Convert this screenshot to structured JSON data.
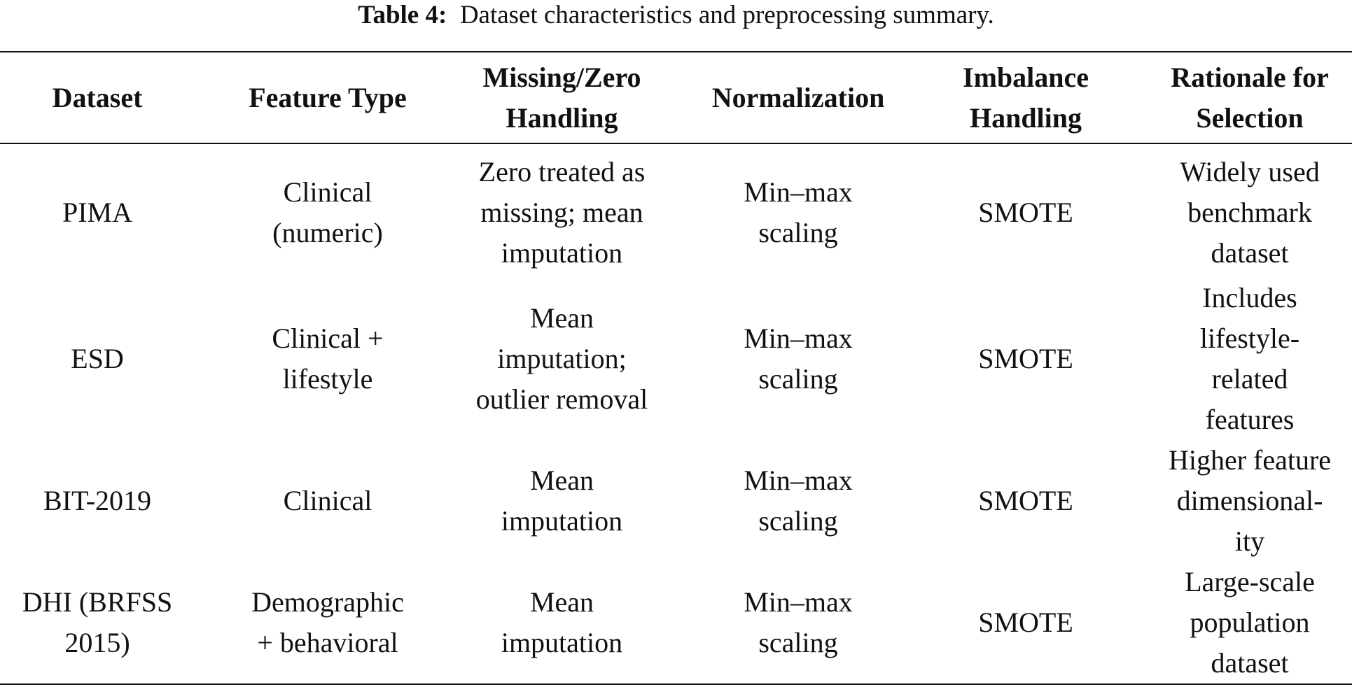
{
  "caption": {
    "label": "Table 4:",
    "text": "Dataset characteristics and preprocessing summary."
  },
  "table": {
    "headers": [
      "Dataset",
      "Feature Type",
      "Missing/Zero\nHandling",
      "Normalization",
      "Imbalance\nHandling",
      "Rationale for\nSelection"
    ],
    "rows": [
      [
        "PIMA",
        "Clinical\n(numeric)",
        "Zero treated as\nmissing; mean\nimputation",
        "Min–max\nscaling",
        "SMOTE",
        "Widely used\nbenchmark\ndataset"
      ],
      [
        "ESD",
        "Clinical +\nlifestyle",
        "Mean\nimputation;\noutlier removal",
        "Min–max\nscaling",
        "SMOTE",
        "Includes\nlifestyle-\nrelated\nfeatures"
      ],
      [
        "BIT-2019",
        "Clinical",
        "Mean\nimputation",
        "Min–max\nscaling",
        "SMOTE",
        "Higher feature\ndimensional-\nity"
      ],
      [
        "DHI (BRFSS\n2015)",
        "Demographic\n+ behavioral",
        "Mean\nimputation",
        "Min–max\nscaling",
        "SMOTE",
        "Large-scale\npopulation\ndataset"
      ]
    ]
  }
}
